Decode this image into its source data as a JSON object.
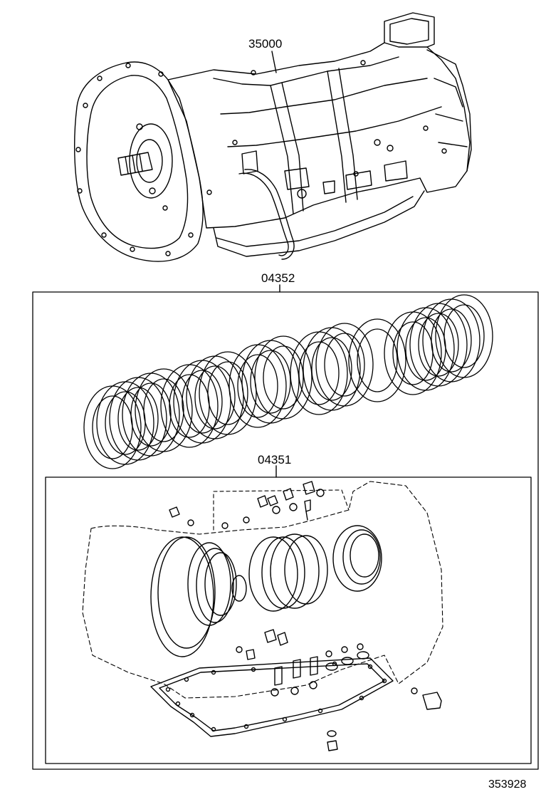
{
  "diagram": {
    "parts": {
      "transmission_assy": "35000",
      "clutch_disc_kit": "04352",
      "gasket_kit": "04351"
    },
    "illustration_number": "353928"
  }
}
